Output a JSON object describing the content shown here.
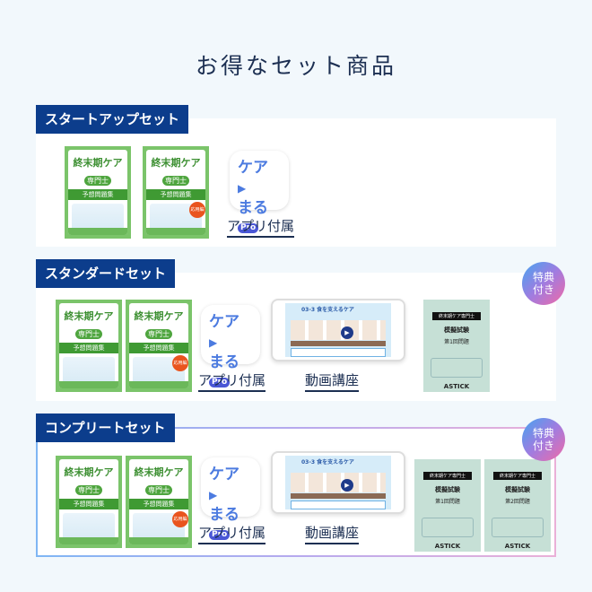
{
  "title": "お得なセット商品",
  "book": {
    "title": "終末期ケア",
    "sub": "専門士",
    "kind": "予想問題集",
    "ouyou": "応用編"
  },
  "app": {
    "line1": "ケア",
    "play": "▶",
    "line2": "まる",
    "pro": "Pro",
    "caption": "アプリ付属"
  },
  "video": {
    "title": "03-3 食を支えるケア",
    "play": "▶",
    "caption": "動画講座"
  },
  "exam": {
    "header": "終末期ケア専門士",
    "name": "模擬試験",
    "round1": "第1回問題",
    "round2": "第2回問題",
    "logo": "ASTICK"
  },
  "badge": {
    "line1": "特典",
    "line2": "付き"
  },
  "sections": [
    {
      "label": "スタートアップセット"
    },
    {
      "label": "スタンダードセット"
    },
    {
      "label": "コンプリートセット"
    }
  ],
  "colors": {
    "label_bg": "#0c3d8c",
    "book_green": "#7bc46a",
    "app_blue": "#4c7be0"
  }
}
